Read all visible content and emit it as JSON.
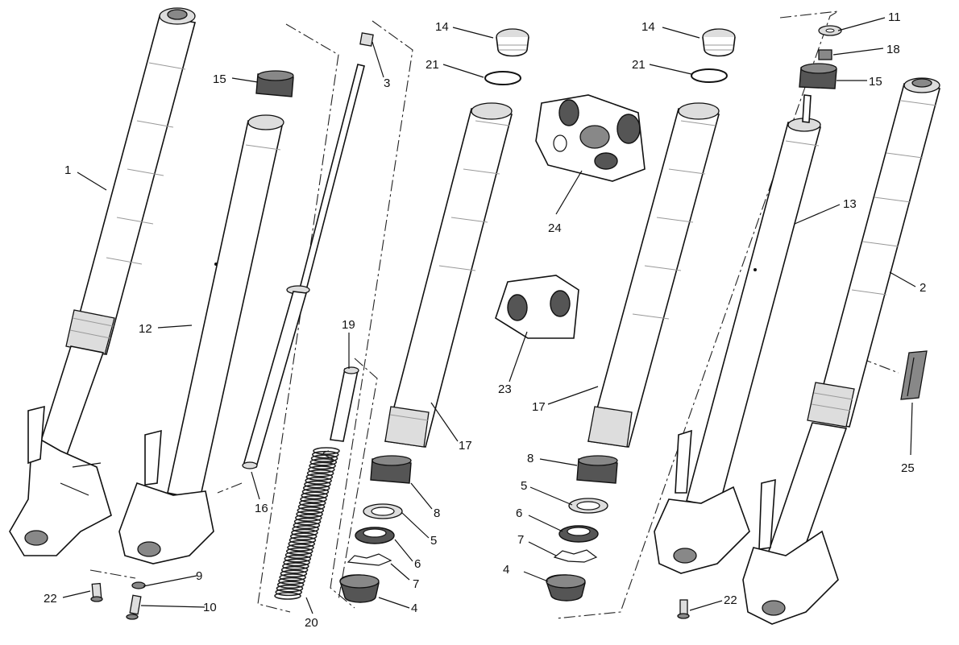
{
  "callouts": [
    {
      "id": "c1",
      "num": "1"
    },
    {
      "id": "c2",
      "num": "2"
    },
    {
      "id": "c3",
      "num": "3"
    },
    {
      "id": "c4a",
      "num": "4"
    },
    {
      "id": "c4b",
      "num": "4"
    },
    {
      "id": "c5a",
      "num": "5"
    },
    {
      "id": "c5b",
      "num": "5"
    },
    {
      "id": "c6a",
      "num": "6"
    },
    {
      "id": "c6b",
      "num": "6"
    },
    {
      "id": "c7a",
      "num": "7"
    },
    {
      "id": "c7b",
      "num": "7"
    },
    {
      "id": "c8a",
      "num": "8"
    },
    {
      "id": "c8b",
      "num": "8"
    },
    {
      "id": "c9",
      "num": "9"
    },
    {
      "id": "c10",
      "num": "10"
    },
    {
      "id": "c11",
      "num": "11"
    },
    {
      "id": "c12",
      "num": "12"
    },
    {
      "id": "c13",
      "num": "13"
    },
    {
      "id": "c14a",
      "num": "14"
    },
    {
      "id": "c14b",
      "num": "14"
    },
    {
      "id": "c15a",
      "num": "15"
    },
    {
      "id": "c15b",
      "num": "15"
    },
    {
      "id": "c16",
      "num": "16"
    },
    {
      "id": "c17a",
      "num": "17"
    },
    {
      "id": "c17b",
      "num": "17"
    },
    {
      "id": "c18",
      "num": "18"
    },
    {
      "id": "c19",
      "num": "19"
    },
    {
      "id": "c20",
      "num": "20"
    },
    {
      "id": "c21a",
      "num": "21"
    },
    {
      "id": "c21b",
      "num": "21"
    },
    {
      "id": "c22a",
      "num": "22"
    },
    {
      "id": "c22b",
      "num": "22"
    },
    {
      "id": "c23",
      "num": "23"
    },
    {
      "id": "c24",
      "num": "24"
    },
    {
      "id": "c25",
      "num": "25"
    }
  ]
}
